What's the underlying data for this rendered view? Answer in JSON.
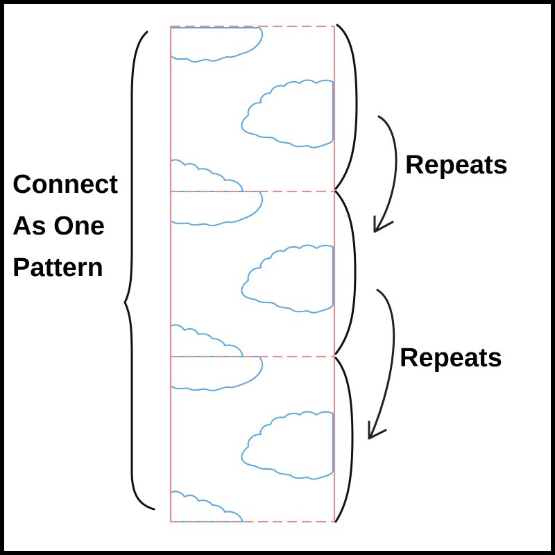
{
  "frame": {
    "background": "#ffffff",
    "border_color": "#000000"
  },
  "colors": {
    "tile_outline": "#f08a8a",
    "cloud_outline": "#5aa6e6",
    "ink": "#111111"
  },
  "left_label": {
    "lines": [
      "Connect",
      "As One",
      "Pattern"
    ]
  },
  "repeat_labels": [
    "Repeats",
    "Repeats"
  ],
  "tiles": {
    "count": 3
  },
  "icons": {
    "left_brace": "curly-brace-icon",
    "right_brace": "curly-brace-icon",
    "arrow": "curved-arrow-icon"
  }
}
